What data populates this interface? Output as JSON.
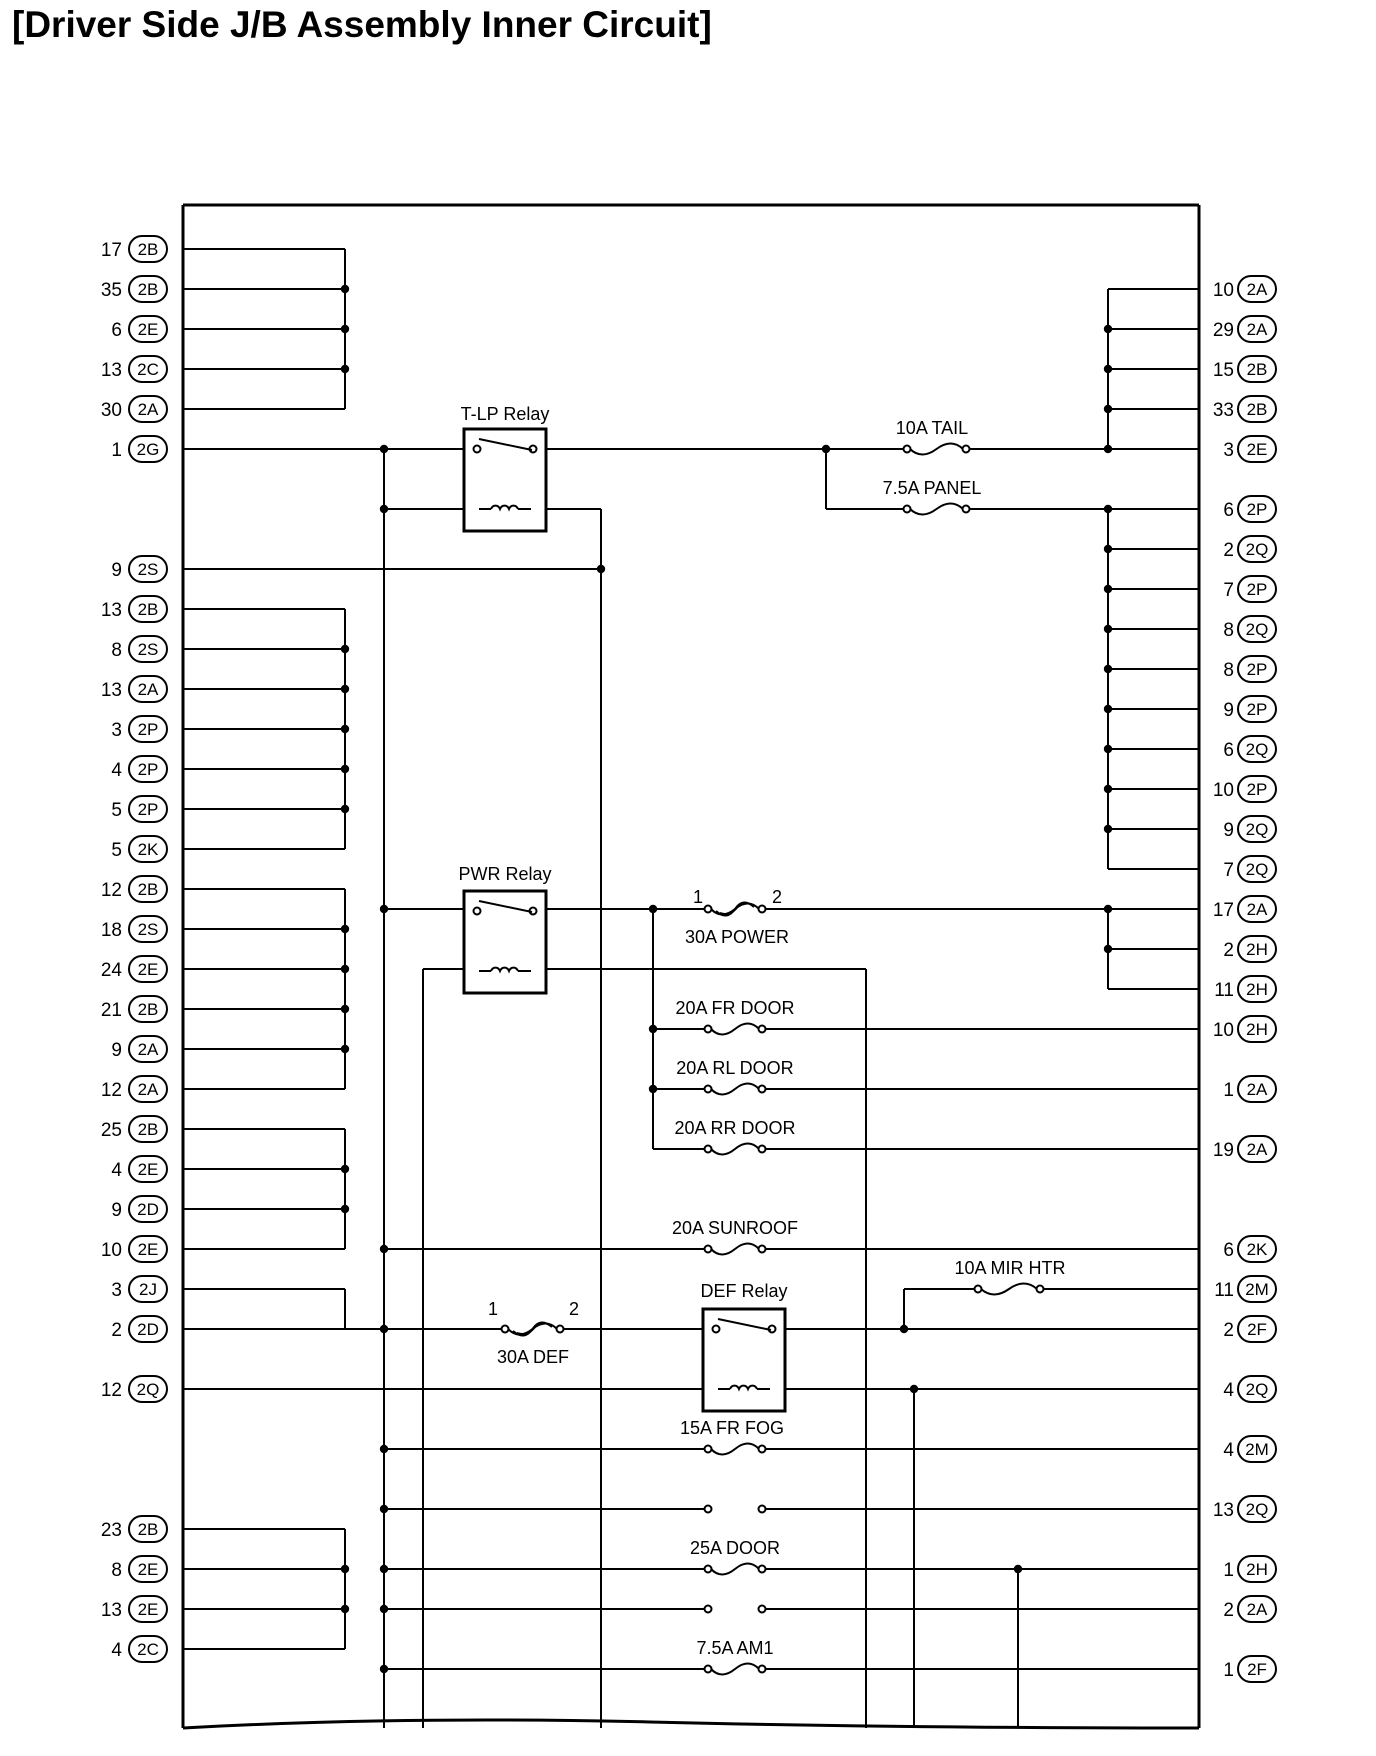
{
  "title": "[Driver Side J/B Assembly Inner Circuit]",
  "left_pins": [
    {
      "pin": "17",
      "conn": "2B"
    },
    {
      "pin": "35",
      "conn": "2B"
    },
    {
      "pin": "6",
      "conn": "2E"
    },
    {
      "pin": "13",
      "conn": "2C"
    },
    {
      "pin": "30",
      "conn": "2A"
    },
    {
      "pin": "1",
      "conn": "2G"
    },
    {
      "pin": "9",
      "conn": "2S"
    },
    {
      "pin": "13",
      "conn": "2B"
    },
    {
      "pin": "8",
      "conn": "2S"
    },
    {
      "pin": "13",
      "conn": "2A"
    },
    {
      "pin": "3",
      "conn": "2P"
    },
    {
      "pin": "4",
      "conn": "2P"
    },
    {
      "pin": "5",
      "conn": "2P"
    },
    {
      "pin": "5",
      "conn": "2K"
    },
    {
      "pin": "12",
      "conn": "2B"
    },
    {
      "pin": "18",
      "conn": "2S"
    },
    {
      "pin": "24",
      "conn": "2E"
    },
    {
      "pin": "21",
      "conn": "2B"
    },
    {
      "pin": "9",
      "conn": "2A"
    },
    {
      "pin": "12",
      "conn": "2A"
    },
    {
      "pin": "25",
      "conn": "2B"
    },
    {
      "pin": "4",
      "conn": "2E"
    },
    {
      "pin": "9",
      "conn": "2D"
    },
    {
      "pin": "10",
      "conn": "2E"
    },
    {
      "pin": "3",
      "conn": "2J"
    },
    {
      "pin": "2",
      "conn": "2D"
    },
    {
      "pin": "12",
      "conn": "2Q"
    },
    {
      "pin": "23",
      "conn": "2B"
    },
    {
      "pin": "8",
      "conn": "2E"
    },
    {
      "pin": "13",
      "conn": "2E"
    },
    {
      "pin": "4",
      "conn": "2C"
    }
  ],
  "right_pins": [
    {
      "pin": "10",
      "conn": "2A"
    },
    {
      "pin": "29",
      "conn": "2A"
    },
    {
      "pin": "15",
      "conn": "2B"
    },
    {
      "pin": "33",
      "conn": "2B"
    },
    {
      "pin": "3",
      "conn": "2E"
    },
    {
      "pin": "6",
      "conn": "2P"
    },
    {
      "pin": "2",
      "conn": "2Q"
    },
    {
      "pin": "7",
      "conn": "2P"
    },
    {
      "pin": "8",
      "conn": "2Q"
    },
    {
      "pin": "8",
      "conn": "2P"
    },
    {
      "pin": "9",
      "conn": "2P"
    },
    {
      "pin": "6",
      "conn": "2Q"
    },
    {
      "pin": "10",
      "conn": "2P"
    },
    {
      "pin": "9",
      "conn": "2Q"
    },
    {
      "pin": "7",
      "conn": "2Q"
    },
    {
      "pin": "17",
      "conn": "2A"
    },
    {
      "pin": "2",
      "conn": "2H"
    },
    {
      "pin": "11",
      "conn": "2H"
    },
    {
      "pin": "10",
      "conn": "2H"
    },
    {
      "pin": "1",
      "conn": "2A"
    },
    {
      "pin": "19",
      "conn": "2A"
    },
    {
      "pin": "6",
      "conn": "2K"
    },
    {
      "pin": "11",
      "conn": "2M"
    },
    {
      "pin": "2",
      "conn": "2F"
    },
    {
      "pin": "4",
      "conn": "2Q"
    },
    {
      "pin": "4",
      "conn": "2M"
    },
    {
      "pin": "13",
      "conn": "2Q"
    },
    {
      "pin": "1",
      "conn": "2H"
    },
    {
      "pin": "2",
      "conn": "2A"
    },
    {
      "pin": "1",
      "conn": "2F"
    }
  ],
  "relays": [
    {
      "label": "T-LP Relay"
    },
    {
      "label": "PWR Relay"
    },
    {
      "label": "DEF Relay"
    }
  ],
  "fuses": [
    {
      "label": "10A TAIL"
    },
    {
      "label": "7.5A PANEL"
    },
    {
      "label": "30A POWER",
      "term_in": "1",
      "term_out": "2"
    },
    {
      "label": "20A FR DOOR"
    },
    {
      "label": "20A RL DOOR"
    },
    {
      "label": "20A RR DOOR"
    },
    {
      "label": "20A SUNROOF"
    },
    {
      "label": "10A MIR HTR"
    },
    {
      "label": "30A DEF",
      "term_in": "1",
      "term_out": "2"
    },
    {
      "label": "15A FR FOG"
    },
    {
      "label": "25A DOOR"
    },
    {
      "label": "7.5A AM1"
    }
  ]
}
